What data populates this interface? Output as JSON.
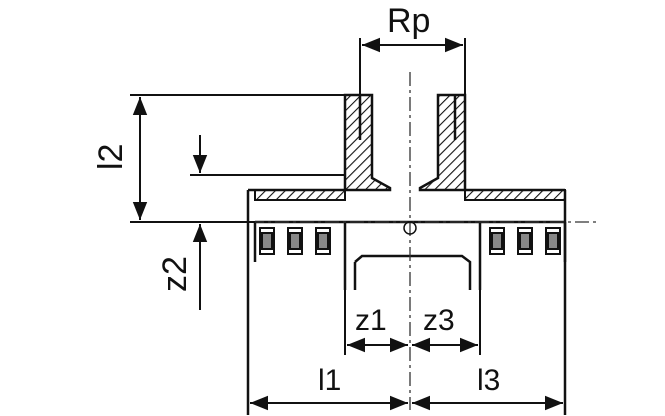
{
  "dimensions": {
    "rp": "Rp",
    "l2": "l2",
    "z2": "z2",
    "z1": "z1",
    "z3": "z3",
    "l1": "l1",
    "l3": "l3"
  },
  "colors": {
    "line": "#111111",
    "fill": "#ffffff",
    "hatch": "#111111",
    "center": "#333333"
  }
}
